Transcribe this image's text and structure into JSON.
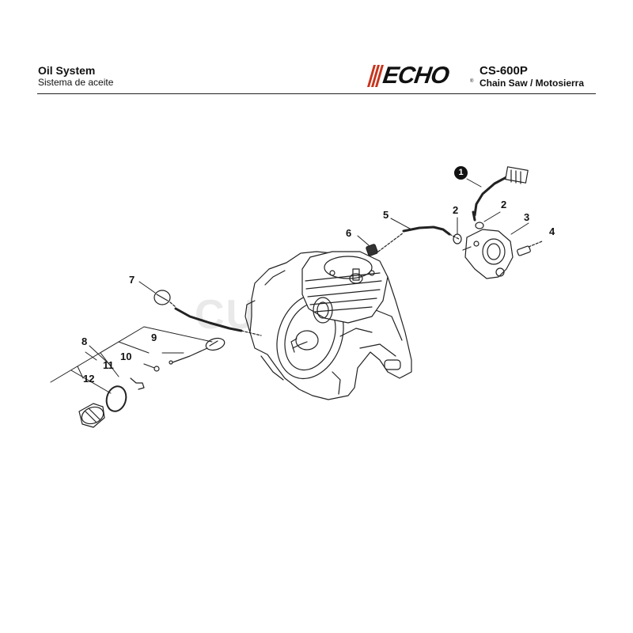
{
  "header": {
    "title": "Oil System",
    "subtitle": "Sistema de aceite",
    "brand": "ECHO",
    "model": "CS-600P",
    "model_description": "Chain Saw / Motosierra"
  },
  "watermark": "CUNN'S",
  "callouts": [
    {
      "id": "1",
      "label": "1"
    },
    {
      "id": "2a",
      "label": "2"
    },
    {
      "id": "2b",
      "label": "2"
    },
    {
      "id": "3",
      "label": "3"
    },
    {
      "id": "4",
      "label": "4"
    },
    {
      "id": "5",
      "label": "5"
    },
    {
      "id": "6",
      "label": "6"
    },
    {
      "id": "7",
      "label": "7"
    },
    {
      "id": "8",
      "label": "8"
    },
    {
      "id": "9",
      "label": "9"
    },
    {
      "id": "10",
      "label": "10"
    },
    {
      "id": "11",
      "label": "11"
    },
    {
      "id": "12",
      "label": "12"
    }
  ],
  "colors": {
    "line": "#222222",
    "brand_stripes": "#c8341c"
  }
}
